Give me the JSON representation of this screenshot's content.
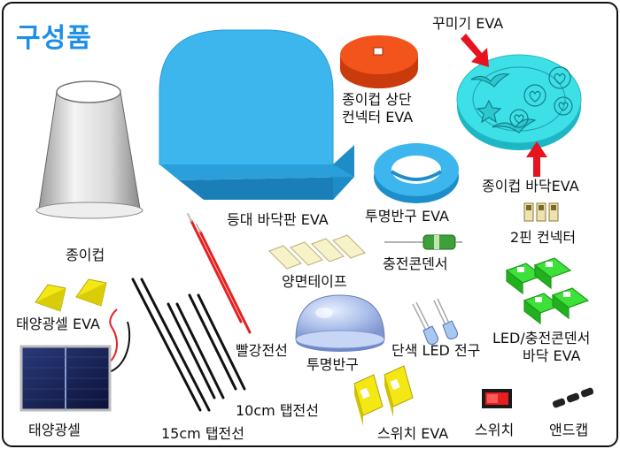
{
  "title": "구성품",
  "labels": {
    "paper_cup": "종이컵",
    "lamp_base": "등대 바닥판 EVA",
    "top_connector_1": "종이컵 상단",
    "top_connector_2": "컨넥터 EVA",
    "deco": "꾸미기 EVA",
    "cup_bottom": "종이컵 바닥EVA",
    "ring": "투명반구 EVA",
    "pin2": "2핀 컨넥터",
    "capacitor": "충전콘덴서",
    "tape": "양면테이프",
    "solar_eva": "태양광셀 EVA",
    "dome": "투명반구",
    "red_wire": "빨강전선",
    "tab10": "10cm 탭전선",
    "tab15": "15cm 탭전선",
    "solar_cell": "태양광셀",
    "led": "단색 LED 전구",
    "led_base_1": "LED/충전콘덴서",
    "led_base_2": "바닥 EVA",
    "switch_eva": "스위치 EVA",
    "switch": "스위치",
    "endcap": "앤드캡"
  },
  "colors": {
    "title": "#1e8fe6",
    "blue_eva": "#3db6ee",
    "red_eva": "#f2541b",
    "cyan_eva": "#3de0e6",
    "green_eva": "#3ee03a",
    "yellow_eva": "#f4e814",
    "arrow": "#e6141e",
    "wire_red": "#e62020",
    "wire_black": "#111111"
  }
}
